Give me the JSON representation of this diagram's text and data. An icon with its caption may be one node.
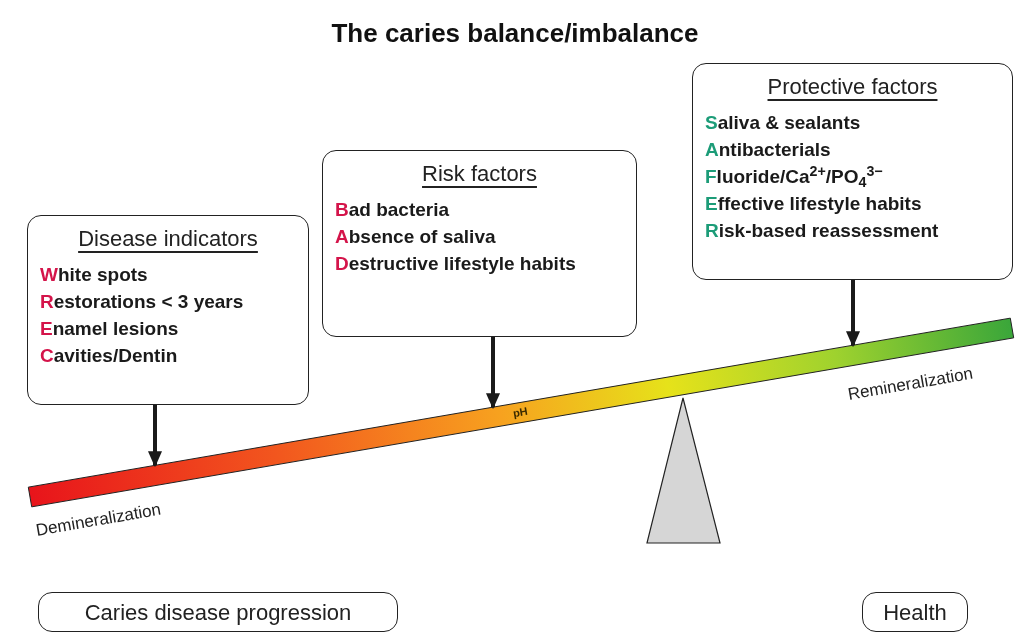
{
  "diagram": {
    "title": "The caries balance/imbalance",
    "nodes": [
      {
        "text": [
          "Disease indicators",
          "White spots",
          "Restorations < 3 years",
          "Enamel lesions",
          "Cavities/Dentin"
        ]
      },
      {
        "text": [
          "Risk factors",
          "Bad bacteria",
          "Absence of saliva",
          "Destructive lifestyle habits"
        ]
      },
      {
        "text": [
          "Protective factors",
          "Saliva & sealants",
          "Antibacterials",
          "Fluoride/Ca$^{2+}$/PO$_{4}$$^{3−}$",
          "Effective lifestyle habits",
          "Risk-based reassessment"
        ]
      },
      {
        "text": [
          "pH"
        ],
        "beside": [
          "Demineralization",
          "Remineralization"
        ]
      },
      {
        "text": [
          "Caries disease progression"
        ]
      },
      {
        "text": [
          "Health"
        ]
      },
      {
        "text": [],
        "shape": "triangle"
      }
    ],
    "edges": [
      {
        "from": 0,
        "to": 3,
        "arrow": "to"
      },
      {
        "from": 1,
        "to": 3,
        "arrow": "to"
      },
      {
        "from": 2,
        "to": 3,
        "arrow": "to"
      }
    ]
  }
}
